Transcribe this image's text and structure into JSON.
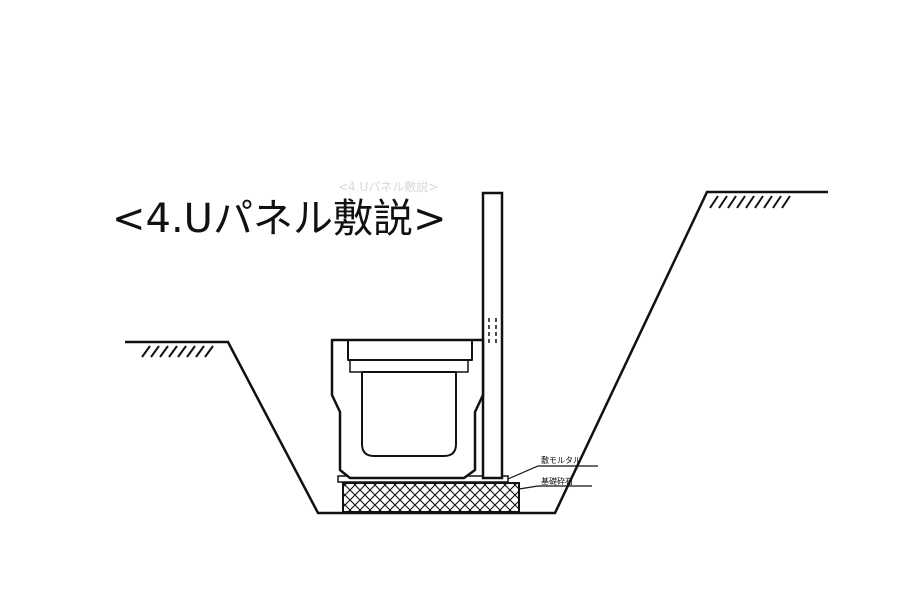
{
  "title": "<4.Uパネル敷説>",
  "faint_title": "<4.Uパネル敷説>",
  "labels": {
    "mortar": "敷モルタル",
    "base_stone": "基礎砕石"
  },
  "colors": {
    "line": "#111111",
    "background": "#ffffff"
  }
}
